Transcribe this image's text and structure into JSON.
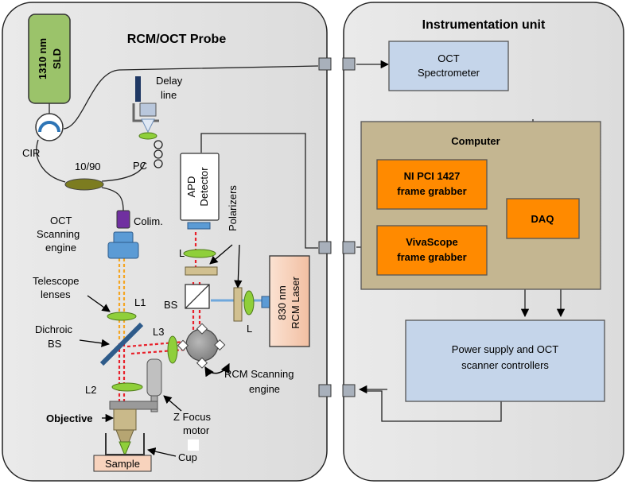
{
  "panels": {
    "probe_title": "RCM/OCT Probe",
    "instrumentation_title": "Instrumentation unit",
    "computer_title": "Computer"
  },
  "components": {
    "sld": [
      "1310 nm",
      "SLD"
    ],
    "cir": "CIR",
    "delay_line": [
      "Delay",
      "line"
    ],
    "pc": "PC",
    "coupler": "10/90",
    "colim": "Colim.",
    "oct_scanning_engine": [
      "OCT",
      "Scanning",
      "engine"
    ],
    "telescope_lenses": [
      "Telescope",
      "lenses"
    ],
    "l1": "L1",
    "dichroic_bs": [
      "Dichroic",
      "BS"
    ],
    "l2": "L2",
    "objective": "Objective",
    "z_focus_motor": [
      "Z Focus",
      "motor"
    ],
    "sample": "Sample",
    "cup": "Cup",
    "apd_detector": [
      "APD",
      "Detector"
    ],
    "polarizers": "Polarizers",
    "l_upper": "L",
    "bs": "BS",
    "l_right": "L",
    "rcm_laser": [
      "830 nm",
      "RCM Laser"
    ],
    "l3": "L3",
    "rcm_scanning_engine": [
      "RCM Scanning",
      "engine"
    ],
    "oct_spectrometer": [
      "OCT",
      "Spectrometer"
    ],
    "ni_pci": [
      "NI PCI 1427",
      "frame grabber"
    ],
    "daq": "DAQ",
    "vivascope": [
      "VivaScope",
      "frame grabber"
    ],
    "power_supply": [
      "Power supply and OCT",
      "scanner controllers"
    ]
  },
  "colors": {
    "panel_fill": "#e3e3e3",
    "green_box": "#9bc36a",
    "blue_box": "#c5d5ea",
    "computer_fill": "#c4b691",
    "orange_box": "#ff8a00",
    "laser_fill": "#f8d3bd",
    "lens_green": "#8fcf3a",
    "beam_orange": "#f5a623",
    "beam_red": "#e8202a"
  }
}
